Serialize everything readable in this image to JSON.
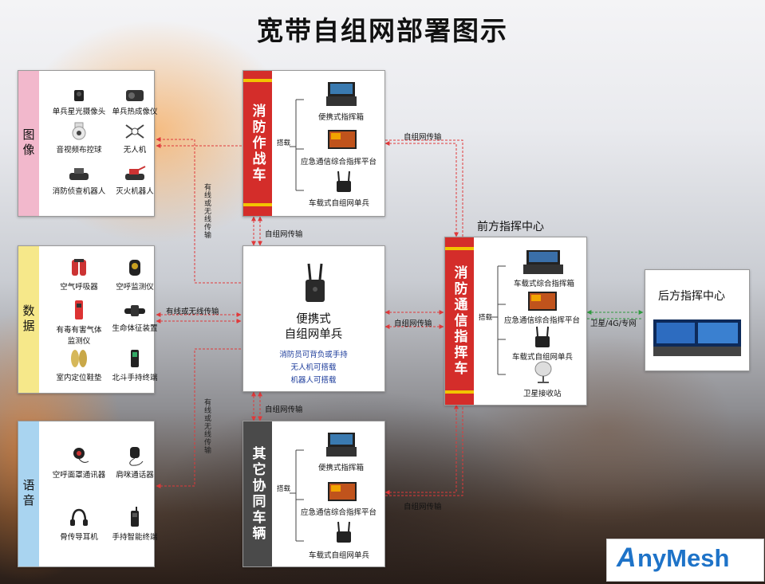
{
  "title": "宽带自组网部署图示",
  "image_box": {
    "label": "图像",
    "label_color": "#f2b8cc",
    "items": [
      "单兵星光摄像头",
      "单兵热成像仪",
      "音视频布控球",
      "无人机",
      "消防侦查机器人",
      "灭火机器人"
    ]
  },
  "data_box": {
    "label": "数据",
    "label_color": "#f6e88a",
    "items": [
      "空气呼吸器",
      "空呼监测仪",
      "有毒有害气体\n监测仪",
      "生命体征装置",
      "室内定位鞋垫",
      "北斗手持终端"
    ]
  },
  "voice_box": {
    "label": "语音",
    "label_color": "#a9d4f0",
    "items": [
      "空呼面罩通讯器",
      "肩咪通话器",
      "骨传导耳机",
      "手持智能终端"
    ]
  },
  "fire_truck": {
    "band": "消防作战车",
    "mount_label": "搭载",
    "devices": [
      "便携式指挥箱",
      "应急通信综合指挥平台",
      "车载式自组网单兵"
    ]
  },
  "center": {
    "title_line1": "便携式",
    "title_line2": "自组网单兵",
    "notes": [
      "消防员可背负或手持",
      "无人机可搭载",
      "机器人可搭载"
    ]
  },
  "other_vehicle": {
    "band": "其它协同车辆",
    "mount_label": "搭载",
    "devices": [
      "便携式指挥箱",
      "应急通信综合指挥平台",
      "车载式自组网单兵"
    ]
  },
  "front_center": {
    "header": "前方指挥中心",
    "band": "消防通信指挥车",
    "mount_label": "搭载",
    "devices": [
      "车载式综合指挥箱",
      "应急通信综合指挥平台",
      "车载式自组网单兵",
      "卫星接收站"
    ]
  },
  "rear_center": {
    "header": "后方指挥中心"
  },
  "links": {
    "wired_wireless_v": "有线或无线传输",
    "wired_wireless_h": "有线或无线传输",
    "adhoc": "自组网传输",
    "satellite": "卫星/4G/专网"
  },
  "logo": {
    "text_a": "A",
    "text_b": "nyMesh"
  },
  "colors": {
    "red": "#d42d2a",
    "link_red": "#e0393a",
    "link_green": "#2e9a3e",
    "accent_yellow": "#f2c400",
    "blue_text": "#1a3a9a"
  }
}
